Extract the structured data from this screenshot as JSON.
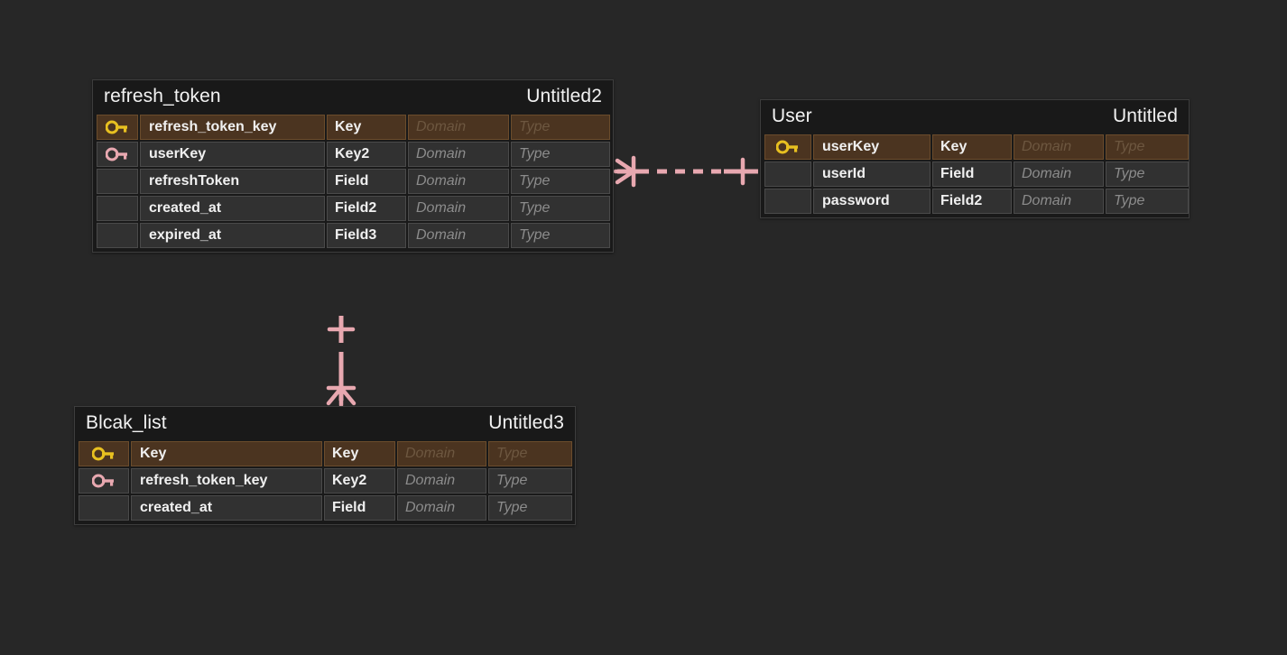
{
  "canvas": {
    "background": "#272727",
    "relationship_color": "#e8a8b0"
  },
  "entities": [
    {
      "id": "refresh_token",
      "name": "refresh_token",
      "comment": "Untitled2",
      "columns": [
        {
          "key": "pk",
          "key_icon": "gold-key-icon",
          "name": "refresh_token_key",
          "datatype": "Key",
          "domain": "Domain",
          "type": "Type"
        },
        {
          "key": "fk",
          "key_icon": "pink-key-icon",
          "name": "userKey",
          "datatype": "Key2",
          "domain": "Domain",
          "type": "Type"
        },
        {
          "key": "",
          "key_icon": "",
          "name": "refreshToken",
          "datatype": "Field",
          "domain": "Domain",
          "type": "Type"
        },
        {
          "key": "",
          "key_icon": "",
          "name": "created_at",
          "datatype": "Field2",
          "domain": "Domain",
          "type": "Type"
        },
        {
          "key": "",
          "key_icon": "",
          "name": "expired_at",
          "datatype": "Field3",
          "domain": "Domain",
          "type": "Type"
        }
      ]
    },
    {
      "id": "user",
      "name": "User",
      "comment": "Untitled",
      "columns": [
        {
          "key": "pk",
          "key_icon": "gold-key-icon",
          "name": "userKey",
          "datatype": "Key",
          "domain": "Domain",
          "type": "Type"
        },
        {
          "key": "",
          "key_icon": "",
          "name": "userId",
          "datatype": "Field",
          "domain": "Domain",
          "type": "Type"
        },
        {
          "key": "",
          "key_icon": "",
          "name": "password",
          "datatype": "Field2",
          "domain": "Domain",
          "type": "Type"
        }
      ]
    },
    {
      "id": "blcak_list",
      "name": "Blcak_list",
      "comment": "Untitled3",
      "columns": [
        {
          "key": "pk",
          "key_icon": "gold-key-icon",
          "name": "Key",
          "datatype": "Key",
          "domain": "Domain",
          "type": "Type"
        },
        {
          "key": "fk",
          "key_icon": "pink-key-icon",
          "name": "refresh_token_key",
          "datatype": "Key2",
          "domain": "Domain",
          "type": "Type"
        },
        {
          "key": "",
          "key_icon": "",
          "name": "created_at",
          "datatype": "Field",
          "domain": "Domain",
          "type": "Type"
        }
      ]
    }
  ],
  "relationships": [
    {
      "id": "rel-user-refresh_token",
      "from": "User",
      "to": "refresh_token",
      "line_style": "dashed",
      "from_cardinality": "one",
      "to_cardinality": "many",
      "orientation": "horizontal"
    },
    {
      "id": "rel-refresh_token-blcak_list",
      "from": "refresh_token",
      "to": "Blcak_list",
      "line_style": "dashed",
      "from_cardinality": "one",
      "to_cardinality": "many",
      "orientation": "vertical"
    }
  ]
}
